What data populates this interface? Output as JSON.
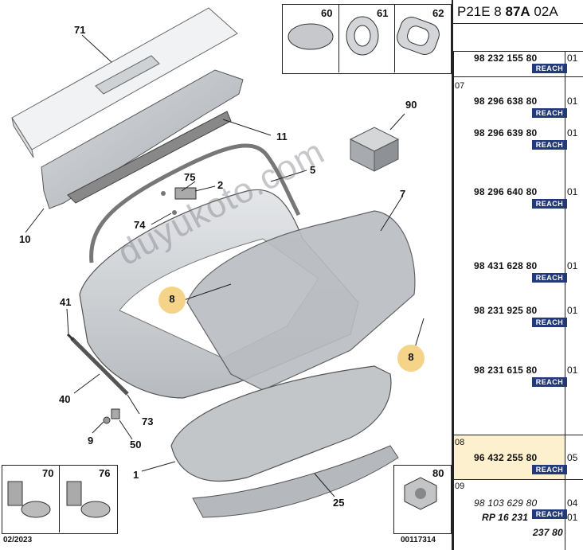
{
  "diagram": {
    "part_labels": [
      "71",
      "11",
      "5",
      "75",
      "2",
      "74",
      "10",
      "7",
      "90",
      "41",
      "40",
      "73",
      "9",
      "50",
      "1",
      "25",
      "8",
      "8"
    ],
    "watermark": "duyukoto.com",
    "insets_top": [
      {
        "num": "60"
      },
      {
        "num": "61"
      },
      {
        "num": "62"
      }
    ],
    "insets_bottom": [
      {
        "num": "70"
      },
      {
        "num": "76"
      },
      {
        "num": "80"
      }
    ],
    "date": "02/2023",
    "code": "00117314"
  },
  "side": {
    "header_prefix": "P21E 8 ",
    "header_bold": "87A",
    "header_suffix": " 02A",
    "rows": [
      {
        "idx": "",
        "ref": "98 232 155 80",
        "qty": "01",
        "badge": "REACH"
      },
      {
        "idx": "07",
        "ref": "98 296 638 80",
        "qty": "01",
        "badge": "REACH"
      },
      {
        "idx": "",
        "ref": "98 296 639 80",
        "qty": "01",
        "badge": "REACH"
      },
      {
        "idx": "",
        "ref": "98 296 640 80",
        "qty": "01",
        "badge": "REACH"
      },
      {
        "idx": "",
        "ref": "98 431 628 80",
        "qty": "01",
        "badge": "REACH"
      },
      {
        "idx": "",
        "ref": "98 231 925 80",
        "qty": "01",
        "badge": "REACH"
      },
      {
        "idx": "",
        "ref": "98 231 615 80",
        "qty": "01",
        "badge": "REACH"
      },
      {
        "idx": "08",
        "ref": "96 432 255 80",
        "qty": "05",
        "badge": "REACH"
      },
      {
        "idx": "09",
        "ref": "98 103 629 80",
        "qty": "04",
        "badge": "REACH"
      }
    ],
    "last_line_a": "RP 16 231",
    "last_line_qty": "01",
    "last_line_b": "237 80"
  },
  "colors": {
    "highlight": "#fdf0cf",
    "reach": "#233a7a",
    "callout": "#f5d48a"
  }
}
